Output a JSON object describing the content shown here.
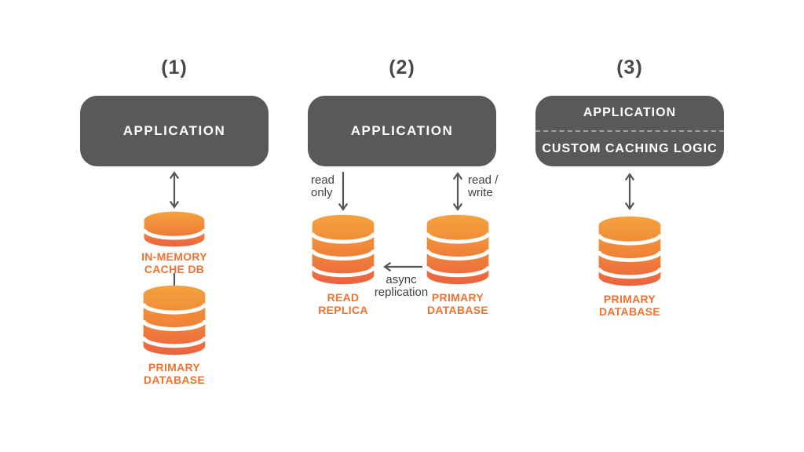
{
  "colors": {
    "background": "#FFFFFF",
    "box_gray": "#58595B",
    "box_text": "#FFFFFF",
    "title_gray": "#48494B",
    "annotation_gray": "#3E3F41",
    "arrow_gray": "#55565A",
    "db_label_orange": "#F0722F",
    "cyl_top": "#F4A23E",
    "cyl_mid": "#EF8438",
    "cyl_bottom": "#EC6240",
    "dashed_divider": "#9FA1A3"
  },
  "panels": [
    {
      "number": "(1)",
      "application": {
        "label": "APPLICATION"
      },
      "cache_db": {
        "line1": "IN-MEMORY",
        "line2": "CACHE DB"
      },
      "primary_db": {
        "line1": "PRIMARY",
        "line2": "DATABASE"
      }
    },
    {
      "number": "(2)",
      "application": {
        "label": "APPLICATION"
      },
      "read_only": {
        "line1": "read",
        "line2": "only"
      },
      "read_write": {
        "line1": "read /",
        "line2": "write"
      },
      "replication": {
        "line1": "async",
        "line2": "replication"
      },
      "read_replica": {
        "line1": "READ",
        "line2": "REPLICA"
      },
      "primary_db": {
        "line1": "PRIMARY",
        "line2": "DATABASE"
      }
    },
    {
      "number": "(3)",
      "application": {
        "label": "APPLICATION",
        "sub_label": "CUSTOM CACHING LOGIC"
      },
      "primary_db": {
        "line1": "PRIMARY",
        "line2": "DATABASE"
      }
    }
  ]
}
